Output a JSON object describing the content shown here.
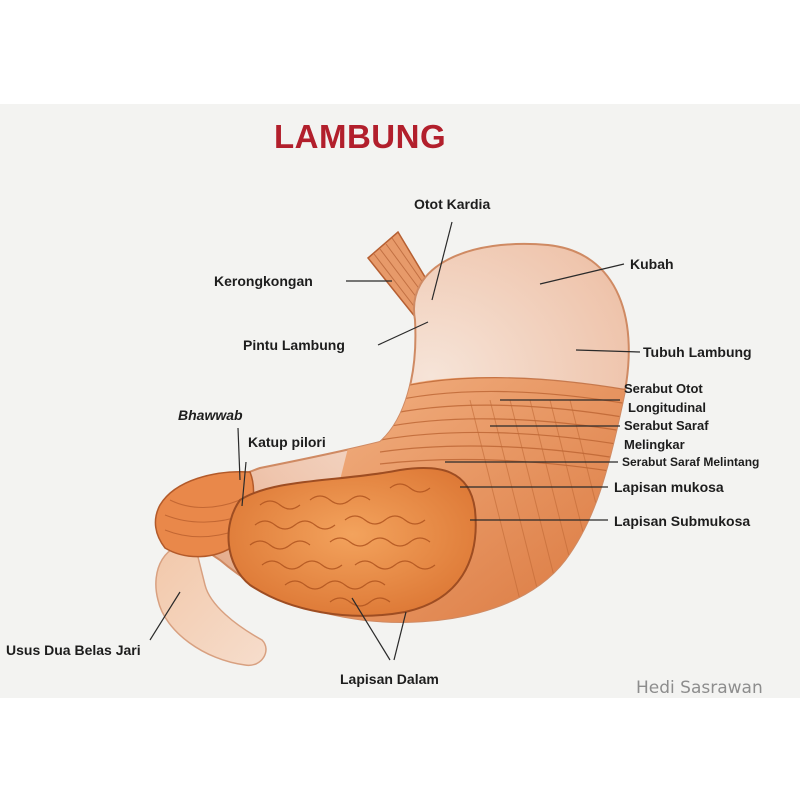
{
  "title": "LAMBUNG",
  "labels": {
    "otot_kardia": "Otot Kardia",
    "kerongkongan": "Kerongkongan",
    "kubah": "Kubah",
    "pintu_lambung": "Pintu Lambung",
    "tubuh_lambung": "Tubuh Lambung",
    "serabut_otot_1": "Serabut Otot",
    "serabut_otot_2": "Longitudinal",
    "bhawwab": "Bhawwab",
    "serabut_saraf_1": "Serabut Saraf",
    "serabut_saraf_2": "Melingkar",
    "katup_pilori": "Katup pilori",
    "serabut_melintang": "Serabut Saraf Melintang",
    "lapisan_mukosa": "Lapisan mukosa",
    "lapisan_submukosa": "Lapisan Submukosa",
    "usus": "Usus Dua Belas Jari",
    "lapisan_dalam": "Lapisan Dalam"
  },
  "watermark": "Hedi Sasrawan",
  "colors": {
    "title": "#b21f2c",
    "outer_wall": "#efc9b2",
    "muscle": "#e58a4a",
    "mucosa": "#e9893c",
    "panel": "#f3f3f1"
  }
}
